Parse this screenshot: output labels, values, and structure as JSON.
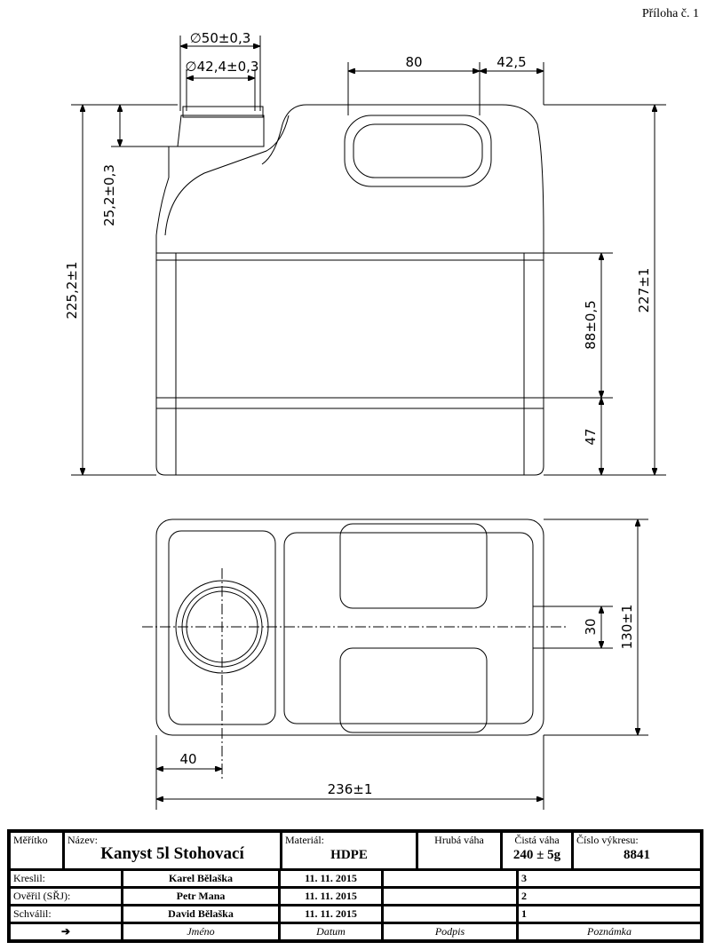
{
  "header": {
    "annex": "Příloha č. 1"
  },
  "dimensions": {
    "neck_outer": "∅50±0,3",
    "neck_inner": "∅42,4±0,3",
    "handle_width": "80",
    "handle_offset": "42,5",
    "neck_height": "25,2±0,3",
    "total_height_left": "225,2±1",
    "total_height_right": "227±1",
    "label_band": "88±0,5",
    "bottom_band": "47",
    "top_depth": "130±1",
    "top_gap": "30",
    "neck_offset": "40",
    "total_width": "236±1"
  },
  "title_block": {
    "scale_label": "Měřítko",
    "name_label": "Název:",
    "name": "Kanyst 5l Stohovací",
    "material_label": "Materiál:",
    "material": "HDPE",
    "gross_weight_label": "Hrubá váha",
    "net_weight_label": "Čistá váha",
    "net_weight": "240 ± 5g",
    "drawing_no_label": "Číslo výkresu:",
    "drawing_no": "8841",
    "rows": [
      {
        "role": "Kreslil:",
        "name": "Karel Bělaška",
        "date": "11. 11. 2015",
        "note": "3"
      },
      {
        "role": "Ověřil (SŘJ):",
        "name": "Petr Mana",
        "date": "11. 11. 2015",
        "note": "2"
      },
      {
        "role": "Schválil:",
        "name": "David Bělaška",
        "date": "11. 11. 2015",
        "note": "1"
      }
    ],
    "footer": {
      "arrow": "➔",
      "name": "Jméno",
      "date": "Datum",
      "signature": "Podpis",
      "note": "Poznámka"
    }
  }
}
